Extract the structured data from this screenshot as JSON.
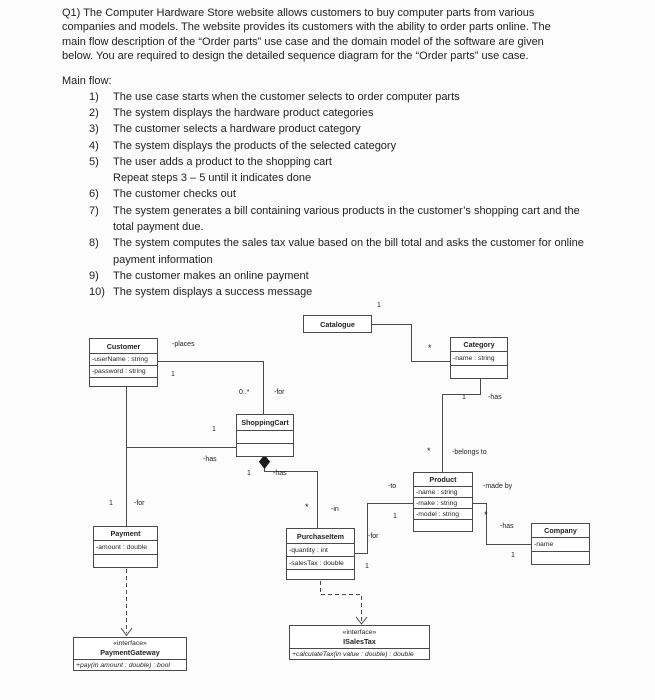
{
  "colors": {
    "background": "#fcfcfc",
    "line": "#4a4a4a",
    "text": "#1f1f1f"
  },
  "intro_lines": [
    "Q1) The Computer Hardware Store website allows customers to buy computer parts from various",
    "companies and models. The website provides its customers with the ability to order parts online. The",
    "main flow description of the “Order parts” use case and the domain model of the software are given",
    "below. You are required to design the detailed sequence diagram for the “Order parts” use case."
  ],
  "main_flow": {
    "heading": "Main flow:",
    "rows": [
      {
        "num": "1)",
        "text": "The use case starts when the customer selects to order computer parts"
      },
      {
        "num": "2)",
        "text": "The system displays the hardware product categories"
      },
      {
        "num": "3)",
        "text": "The customer selects a hardware product category"
      },
      {
        "num": "4)",
        "text": "The system displays the products of the selected category"
      },
      {
        "num": "5)",
        "text": "The user adds a product to the shopping cart"
      },
      {
        "num": "",
        "text": "Repeat steps 3 – 5 until it indicates done"
      },
      {
        "num": "6)",
        "text": "The customer checks out"
      },
      {
        "num": "7)",
        "text": "The system generates a bill containing various products in the customer’s shopping cart and the"
      },
      {
        "num": "",
        "text": "total payment due."
      },
      {
        "num": "8)",
        "text": "The system computes the sales tax value based on the bill total and asks the customer for online"
      },
      {
        "num": "",
        "text": "payment information"
      },
      {
        "num": "9)",
        "text": "The customer makes an online payment"
      },
      {
        "num": "10)",
        "text": "The system displays a success message"
      }
    ]
  },
  "diagram": {
    "classes": {
      "catalogue": {
        "name": "Catalogue"
      },
      "customer": {
        "name": "Customer",
        "attrs": [
          "-userName : string",
          "-password : string"
        ]
      },
      "category": {
        "name": "Category",
        "attrs": [
          "-name : string"
        ]
      },
      "shopping_cart": {
        "name": "ShoppingCart"
      },
      "product": {
        "name": "Product",
        "attrs": [
          "-name : string",
          "-make : string",
          "-model : string"
        ]
      },
      "payment": {
        "name": "Payment",
        "attrs": [
          "-amount : double"
        ]
      },
      "purchase_item": {
        "name": "PurchaseItem",
        "attrs": [
          "-quantity : int",
          "-salesTax : double"
        ]
      },
      "company": {
        "name": "Company",
        "attrs": [
          "-name"
        ]
      },
      "payment_gateway": {
        "stereotype": "«interface»",
        "name": "PaymentGateway",
        "operation": "+pay(in amount : double) : bool"
      },
      "isalestax": {
        "stereotype": "«interface»",
        "name": "ISalesTax",
        "operation": "+calculateTax(in value : double) : double"
      }
    },
    "labels": {
      "catalogue_mult": "1",
      "category_mult": "*",
      "category_has_mult": "1",
      "category_has": "-has",
      "belongs_mult": "*",
      "belongs_to": "-belongs to",
      "places": "-places",
      "places_mult": "1",
      "cart_mult": "0..*",
      "cart_for": "-for",
      "cust_cart_mult": "1",
      "cust_cart_has": "-has",
      "cart_item_mult": "1",
      "cart_item_has": "-has",
      "item_in_mult": "*",
      "item_in": "-in",
      "payment_mult": "1",
      "payment_for": "-for",
      "product_to": "-to",
      "product_to_mult": "1",
      "item_for": "-for",
      "item_for_mult": "1",
      "made_by": "-made by",
      "made_by_mult": "*",
      "company_has": "-has",
      "company_mult": "1"
    }
  }
}
